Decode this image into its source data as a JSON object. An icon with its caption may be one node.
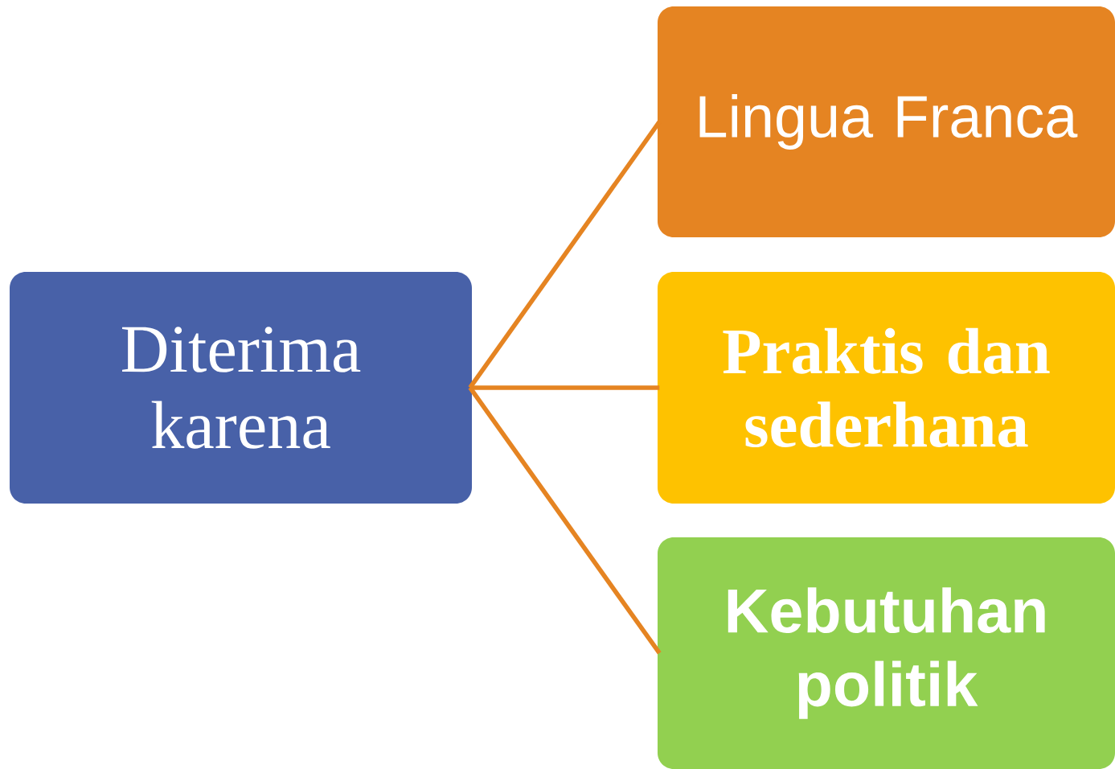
{
  "diagram": {
    "nodes": [
      {
        "text": [
          "Diterima karena"
        ]
      },
      {
        "text": [
          "Lingua Franca"
        ]
      },
      {
        "text": [
          "Praktis dan sederhana"
        ]
      },
      {
        "text": [
          "Kebutuhan politik"
        ]
      }
    ],
    "edges": [
      {
        "from": 0,
        "to": 1,
        "arrow": "none"
      },
      {
        "from": 0,
        "to": 2,
        "arrow": "none"
      },
      {
        "from": 0,
        "to": 3,
        "arrow": "none"
      }
    ]
  }
}
